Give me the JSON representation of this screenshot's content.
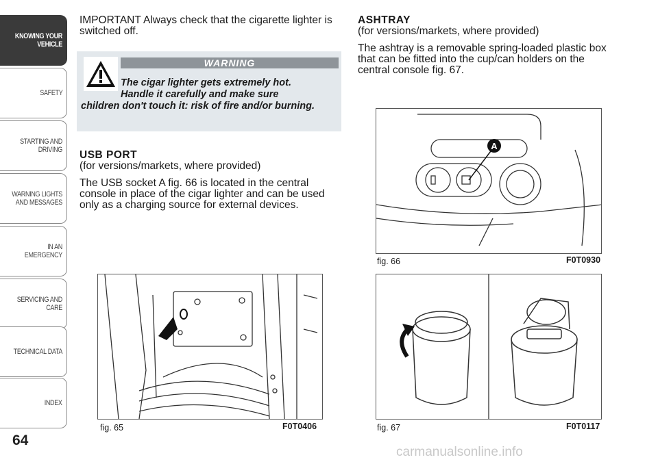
{
  "sidebar": {
    "tabs": [
      {
        "label": "KNOWING YOUR VEHICLE",
        "active": true
      },
      {
        "label": "SAFETY",
        "active": false
      },
      {
        "label": "STARTING AND DRIVING",
        "active": false
      },
      {
        "label": "WARNING LIGHTS AND MESSAGES",
        "active": false
      },
      {
        "label": "IN AN EMERGENCY",
        "active": false
      },
      {
        "label": "SERVICING AND CARE",
        "active": false
      },
      {
        "label": "TECHNICAL DATA",
        "active": false
      },
      {
        "label": "INDEX",
        "active": false
      }
    ],
    "page_number": "64"
  },
  "left_column": {
    "important_text": "IMPORTANT Always check that the cigarette lighter is switched off.",
    "warning": {
      "title": "WARNING",
      "line1": "The cigar lighter gets extremely hot.",
      "line2": "Handle it carefully and make sure",
      "line3": "children don't touch it: risk of fire and/or burning."
    },
    "usb_heading": "USB PORT",
    "usb_sub": "(for versions/markets, where provided)",
    "usb_text": "The USB socket A fig. 66 is located in the central console in place of the cigar lighter and can be used only as a charging source for external devices."
  },
  "right_column": {
    "ashtray_heading": "ASHTRAY",
    "ashtray_sub": "(for versions/markets, where provided)",
    "ashtray_text": "The ashtray is a removable spring-loaded plastic box that can be fitted into the cup/can holders on the central console fig. 67."
  },
  "figures": {
    "fig65": {
      "label": "fig. 65",
      "code": "F0T0406"
    },
    "fig66": {
      "label": "fig. 66",
      "code": "F0T0930",
      "callout": "A"
    },
    "fig67": {
      "label": "fig. 67",
      "code": "F0T0117"
    }
  },
  "watermark": "carmanualsonline.info",
  "colors": {
    "accent": "#3a3a3a",
    "warning_bg": "#e3e8ec",
    "warning_bar": "#8e9499"
  }
}
